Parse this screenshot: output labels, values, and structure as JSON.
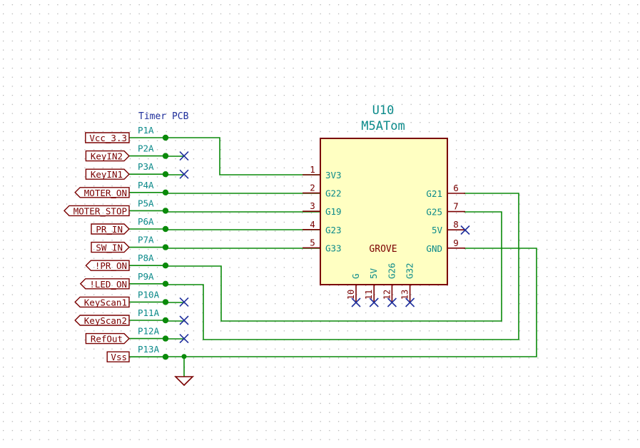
{
  "connector": {
    "title": "Timer PCB",
    "pins": [
      {
        "pin": "P1A",
        "label": "Vcc_3.3",
        "shape": "box"
      },
      {
        "pin": "P2A",
        "label": "KeyIN2",
        "shape": "in"
      },
      {
        "pin": "P3A",
        "label": "KeyIN1",
        "shape": "in"
      },
      {
        "pin": "P4A",
        "label": "MOTER_ON",
        "shape": "out"
      },
      {
        "pin": "P5A",
        "label": "MOTER_STOP",
        "shape": "out"
      },
      {
        "pin": "P6A",
        "label": "PR_IN",
        "shape": "in"
      },
      {
        "pin": "P7A",
        "label": "SW_IN",
        "shape": "in"
      },
      {
        "pin": "P8A",
        "label": "!PR_ON",
        "shape": "out"
      },
      {
        "pin": "P9A",
        "label": "!LED_ON",
        "shape": "out"
      },
      {
        "pin": "P10A",
        "label": "KeyScan1",
        "shape": "out"
      },
      {
        "pin": "P11A",
        "label": "KeyScan2",
        "shape": "out"
      },
      {
        "pin": "P12A",
        "label": "RefOut",
        "shape": "in"
      },
      {
        "pin": "P13A",
        "label": "Vss",
        "shape": "box"
      }
    ]
  },
  "module": {
    "ref": "U10",
    "value": "M5ATom",
    "left_pins": [
      {
        "num": "1",
        "name": "3V3"
      },
      {
        "num": "2",
        "name": "G22"
      },
      {
        "num": "3",
        "name": "G19"
      },
      {
        "num": "4",
        "name": "G23"
      },
      {
        "num": "5",
        "name": "G33"
      }
    ],
    "right_pins": [
      {
        "num": "6",
        "name": "G21"
      },
      {
        "num": "7",
        "name": "G25"
      },
      {
        "num": "8",
        "name": "5V"
      },
      {
        "num": "9",
        "name": "GND"
      }
    ],
    "grove_label": "GROVE",
    "bottom_pins": [
      {
        "num": "10",
        "name": "G"
      },
      {
        "num": "11",
        "name": "5V"
      },
      {
        "num": "12",
        "name": "G26"
      },
      {
        "num": "13",
        "name": "G32"
      }
    ]
  },
  "colors": {
    "wire": "#0a8a0a",
    "junction": "#0a8a0a",
    "component": "#7a0000",
    "pin_text": "#0b8a8a",
    "no_connect": "#1f2f9c",
    "grid": "#b0b0b0"
  },
  "icons": {
    "ground": "ground-symbol-icon",
    "no_connect": "no-connect-x-icon"
  }
}
